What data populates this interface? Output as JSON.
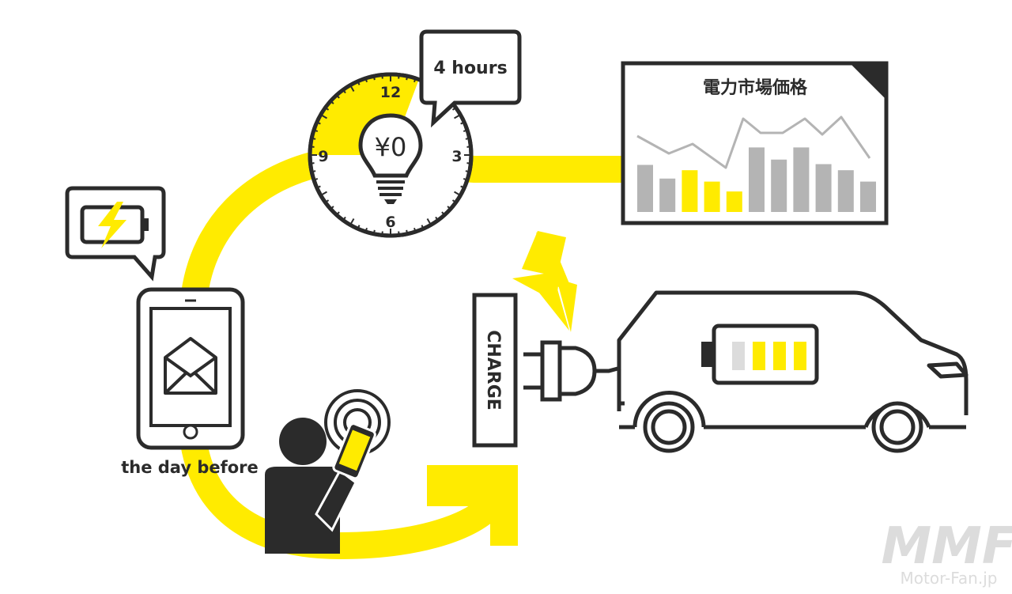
{
  "colors": {
    "accent": "#FFEB00",
    "ink": "#2b2b2b",
    "bar_gray": "#b4b4b4",
    "watermark": "#dcdcdc"
  },
  "clock": {
    "label_12": "12",
    "label_3": "3",
    "label_6": "6",
    "label_9": "9",
    "bulb_text": "¥0",
    "bubble_text": "4 hours",
    "highlighted_duration": "4 hours"
  },
  "price_chart": {
    "title": "電力市場価格",
    "bar_colors": [
      "gray",
      "gray",
      "yellow",
      "yellow",
      "yellow",
      "gray",
      "gray",
      "gray",
      "gray",
      "gray",
      "gray"
    ],
    "bar_levels": [
      0.62,
      0.44,
      0.55,
      0.4,
      0.27,
      0.85,
      0.69,
      0.85,
      0.63,
      0.55,
      0.4
    ]
  },
  "phone": {
    "caption": "the day before",
    "icon": "envelope-icon"
  },
  "charger": {
    "label": "CHARGE"
  },
  "car": {
    "battery_cells": [
      "light-gray",
      "yellow",
      "yellow",
      "yellow"
    ]
  },
  "watermark": {
    "logo_text": "MMF",
    "site": "Motor-Fan.jp"
  }
}
